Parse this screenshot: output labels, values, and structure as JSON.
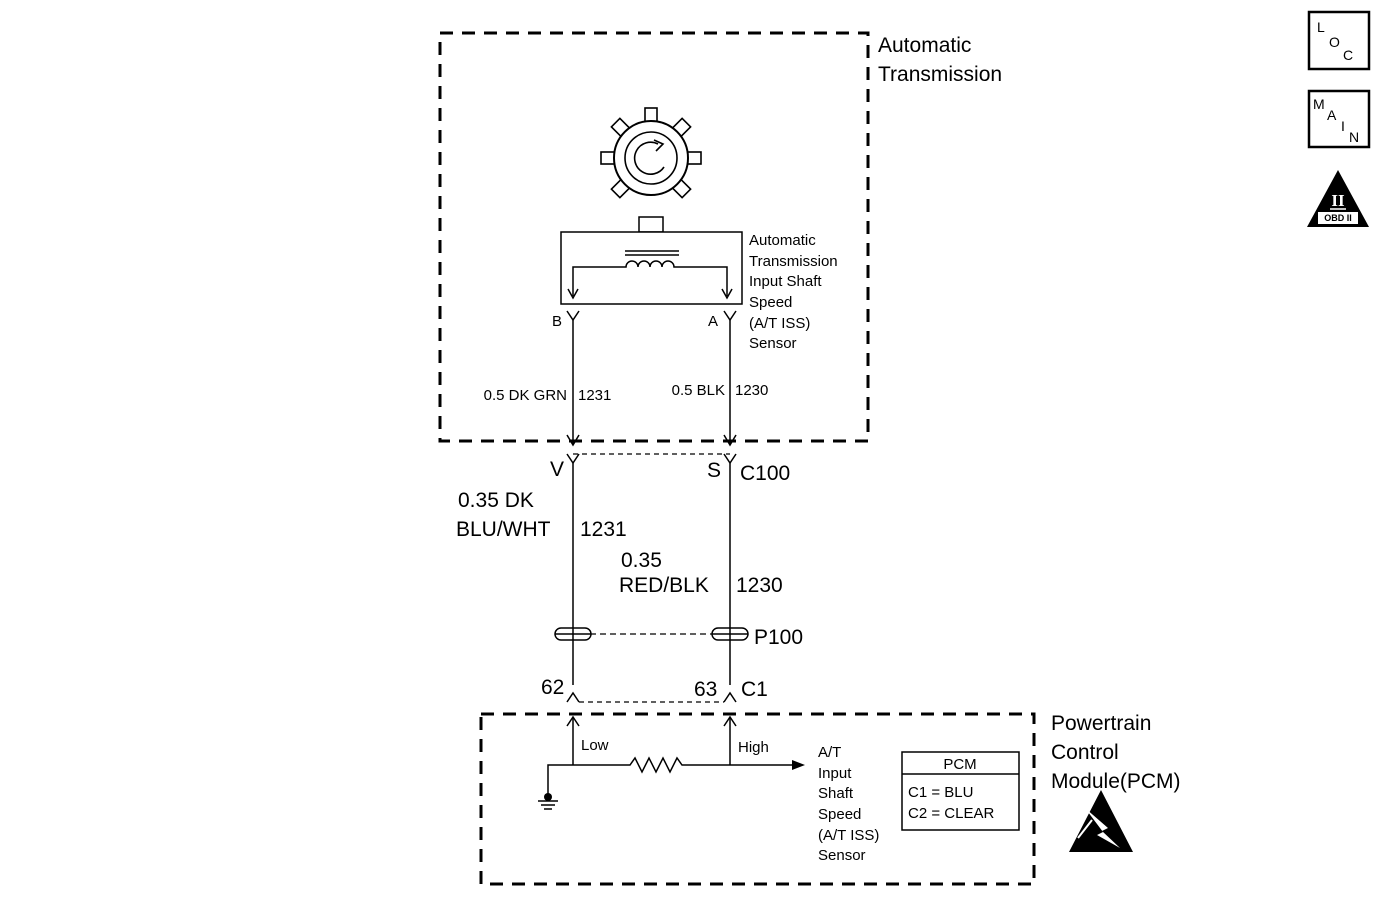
{
  "transmission_box": {
    "title_line1": "Automatic",
    "title_line2": "Transmission"
  },
  "sensor": {
    "label_lines": [
      "Automatic",
      "Transmission",
      "Input Shaft",
      "Speed",
      "(A/T ISS)",
      "Sensor"
    ],
    "pin_b": "B",
    "pin_a": "A"
  },
  "wires_upper": {
    "left": "0.5 DK GRN",
    "left_circuit": "1231",
    "right": "0.5 BLK",
    "right_circuit": "1230"
  },
  "connector_c100": {
    "pin_left": "V",
    "pin_right": "S",
    "name": "C100"
  },
  "wires_lower": {
    "left_line1": "0.35 DK",
    "left_line2": "BLU/WHT",
    "left_circuit": "1231",
    "right_line1": "0.35",
    "right_line2": "RED/BLK",
    "right_circuit": "1230"
  },
  "splice": {
    "name": "P100"
  },
  "connector_c1": {
    "pin_left": "62",
    "pin_right": "63",
    "name": "C1"
  },
  "pcm_box": {
    "title_line1": "Powertrain",
    "title_line2": "Control",
    "title_line3": "Module(PCM)",
    "low_label": "Low",
    "high_label": "High",
    "input_label_lines": [
      "A/T",
      "Input",
      "Shaft",
      "Speed",
      "(A/T ISS)",
      "Sensor"
    ]
  },
  "pcm_table": {
    "header": "PCM",
    "row1": "C1 = BLU",
    "row2": "C2 = CLEAR"
  },
  "side_icons": {
    "loc": {
      "l1": "L",
      "l2": "O",
      "l3": "C",
      "icon": "loc-icon"
    },
    "main": {
      "l1": "M",
      "l2": "A",
      "l3": "I",
      "l4": "N",
      "icon": "main-icon"
    },
    "obd": {
      "numeral": "II",
      "caption": "OBD II",
      "icon": "obd-ii-icon"
    }
  },
  "colors": {
    "ink": "#000000",
    "paper": "#ffffff"
  }
}
